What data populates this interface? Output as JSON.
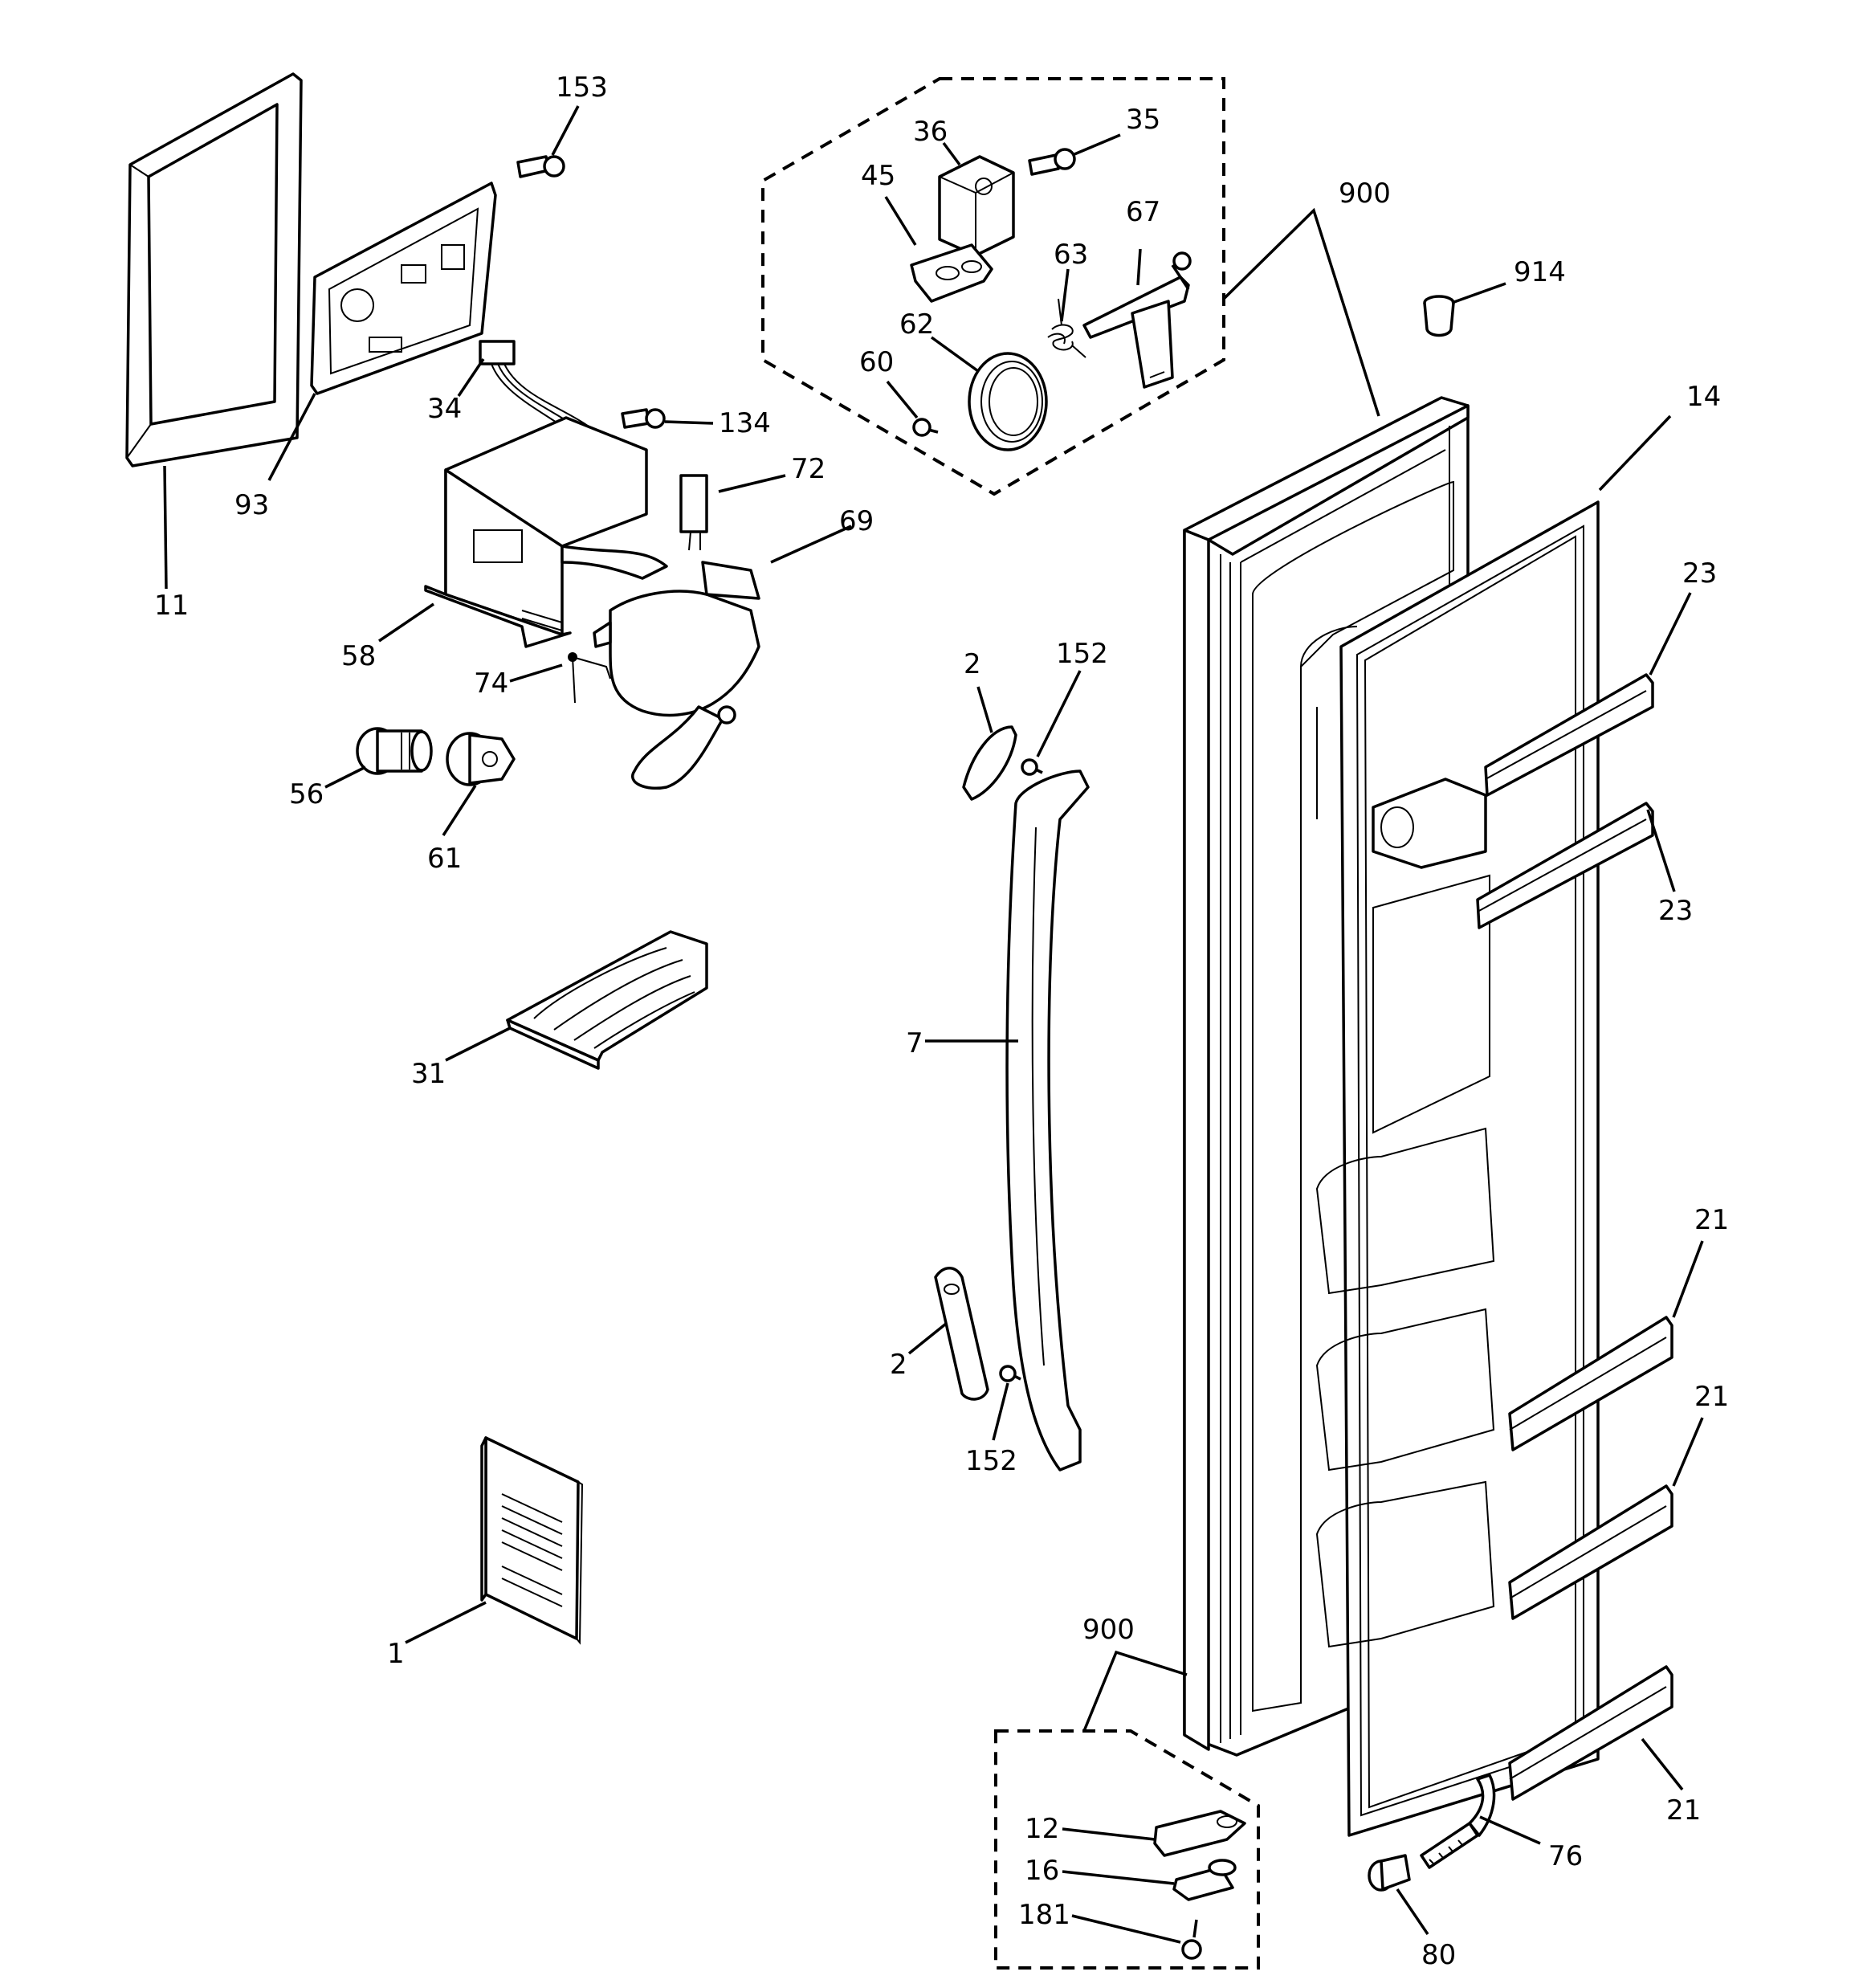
{
  "labels": {
    "l153": "153",
    "l11": "11",
    "l93": "93",
    "l34": "34",
    "l134": "134",
    "l72": "72",
    "l69": "69",
    "l58": "58",
    "l74": "74",
    "l56": "56",
    "l61": "61",
    "l31": "31",
    "l1": "1",
    "l36": "36",
    "l35": "35",
    "l45": "45",
    "l67": "67",
    "l63": "63",
    "l62": "62",
    "l60": "60",
    "l900a": "900",
    "l914": "914",
    "l14": "14",
    "l23a": "23",
    "l23b": "23",
    "l2a": "2",
    "l152a": "152",
    "l7": "7",
    "l2b": "2",
    "l152b": "152",
    "l21a": "21",
    "l21b": "21",
    "l21c": "21",
    "l900b": "900",
    "l12": "12",
    "l16": "16",
    "l181": "181",
    "l76": "76",
    "l80": "80"
  }
}
